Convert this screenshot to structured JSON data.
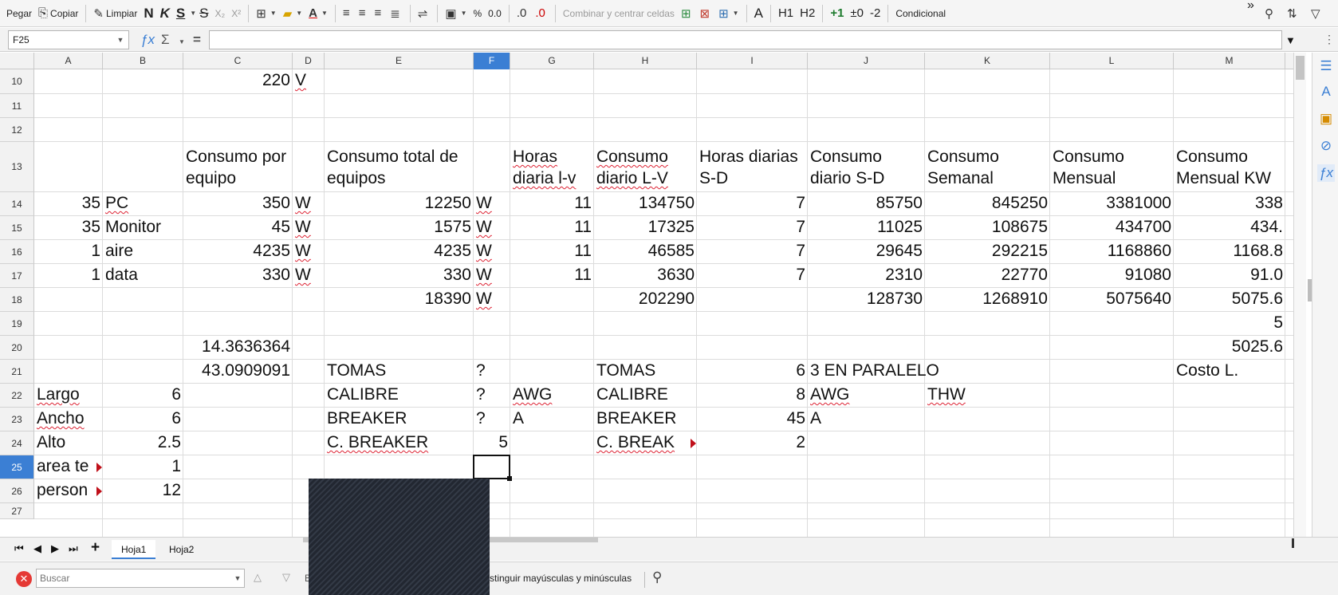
{
  "toolbar": {
    "paste": "Pegar",
    "copy": "Copiar",
    "clear": "Limpiar",
    "bold": "N",
    "italic": "K",
    "underline": "S",
    "strike": "S",
    "subscript": "X₂",
    "superscript": "X²",
    "percent": "%",
    "decimal": "0.0",
    "merge": "Combinar y centrar celdas",
    "font_a": "A",
    "h1": "H1",
    "h2": "H2",
    "plus1": "+1",
    "zero": "±0",
    "minus2": "-2",
    "conditional": "Condicional",
    "overflow": "»"
  },
  "formula_bar": {
    "cell_ref": "F25",
    "formula": "",
    "sum": "Σ",
    "equals": "="
  },
  "columns": [
    "A",
    "B",
    "C",
    "D",
    "E",
    "F",
    "G",
    "H",
    "I",
    "J",
    "K",
    "L",
    "M"
  ],
  "rows": [
    "10",
    "11",
    "12",
    "13",
    "14",
    "15",
    "16",
    "17",
    "18",
    "19",
    "20",
    "21",
    "22",
    "23",
    "24",
    "25",
    "26",
    "27"
  ],
  "selected": {
    "column": "F",
    "row": "25"
  },
  "cells": {
    "C10": "220",
    "D10": "V",
    "C13": "Consumo por equipo",
    "E13": "Consumo total de equipos",
    "G13": "Horas diaria l-v",
    "H13": "Consumo diario L-V",
    "I13": "Horas diarias S-D",
    "J13": "Consumo diario S-D",
    "K13": "Consumo Semanal",
    "L13": "Consumo Mensual",
    "M13": "Consumo Mensual KW",
    "A14": "35",
    "B14": "PC",
    "C14": "350",
    "D14": "W",
    "E14": "12250",
    "F14": "W",
    "G14": "11",
    "H14": "134750",
    "I14": "7",
    "J14": "85750",
    "K14": "845250",
    "L14": "3381000",
    "M14": "338",
    "A15": "35",
    "B15": "Monitor",
    "C15": "45",
    "D15": "W",
    "E15": "1575",
    "F15": "W",
    "G15": "11",
    "H15": "17325",
    "I15": "7",
    "J15": "11025",
    "K15": "108675",
    "L15": "434700",
    "M15": "434.",
    "A16": "1",
    "B16": "aire",
    "C16": "4235",
    "D16": "W",
    "E16": "4235",
    "F16": "W",
    "G16": "11",
    "H16": "46585",
    "I16": "7",
    "J16": "29645",
    "K16": "292215",
    "L16": "1168860",
    "M16": "1168.8",
    "A17": "1",
    "B17": "data",
    "C17": "330",
    "D17": "W",
    "E17": "330",
    "F17": "W",
    "G17": "11",
    "H17": "3630",
    "I17": "7",
    "J17": "2310",
    "K17": "22770",
    "L17": "91080",
    "M17": "91.0",
    "E18": "18390",
    "F18": "W",
    "H18": "202290",
    "J18": "128730",
    "K18": "1268910",
    "L18": "5075640",
    "M18": "5075.6",
    "M19": "5",
    "C20": "14.3636364",
    "M20": "5025.6",
    "C21": "43.0909091",
    "E21": "TOMAS",
    "F21": "?",
    "H21": "TOMAS",
    "I21": "6",
    "J21": "3 EN PARALELO",
    "M21": "Costo L.",
    "A22": "Largo",
    "B22": "6",
    "E22": "CALIBRE",
    "F22": "?",
    "G22": "AWG",
    "H22": "CALIBRE",
    "I22": "8",
    "J22": "AWG",
    "K22": "THW",
    "A23": "Ancho",
    "B23": "6",
    "E23": "BREAKER",
    "F23": "?",
    "G23": "A",
    "H23": "BREAKER",
    "I23": "45",
    "J23": "A",
    "A24": "Alto",
    "B24": "2.5",
    "E24": "C. BREAKER",
    "F24": "5",
    "H24": "C. BREAK",
    "I24": "2",
    "A25": "area te",
    "B25": "1",
    "A26": "person",
    "B26": "12"
  },
  "sheets": [
    "Hoja1",
    "Hoja2"
  ],
  "active_sheet": "Hoja1",
  "find_bar": {
    "placeholder": "Buscar",
    "match_case": "stinguir mayúsculas y minúsculas",
    "partial": "B"
  },
  "colors": {
    "selection": "#3b7fd4",
    "spell_error": "#dd2233",
    "grid": "#dcdcdc"
  }
}
